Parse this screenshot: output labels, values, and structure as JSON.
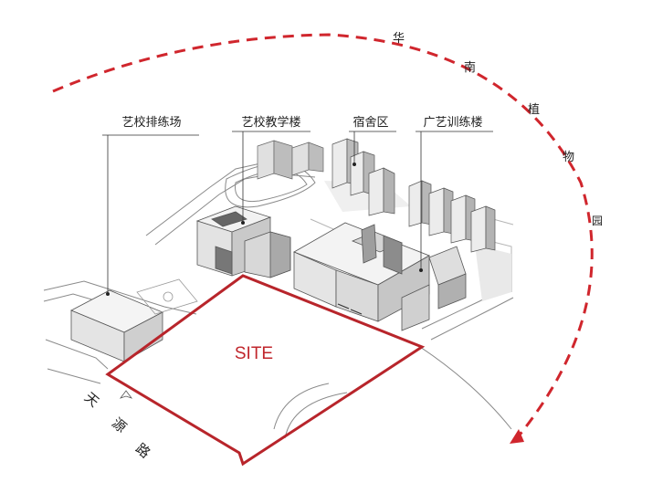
{
  "labels": {
    "art_rehearsal_field": "艺校排练场",
    "art_teaching_building": "艺校教学楼",
    "dormitory_area": "宿舍区",
    "guangyi_training_building": "广艺训练楼"
  },
  "site_label": "SITE",
  "garden_name_chars": [
    "华",
    "南",
    "植",
    "物",
    "园"
  ],
  "road_name_chars": [
    "天",
    "源",
    "路"
  ],
  "colors": {
    "site_outline": "#b8252b",
    "arc": "#d0262d",
    "site_text": "#c0262c"
  }
}
